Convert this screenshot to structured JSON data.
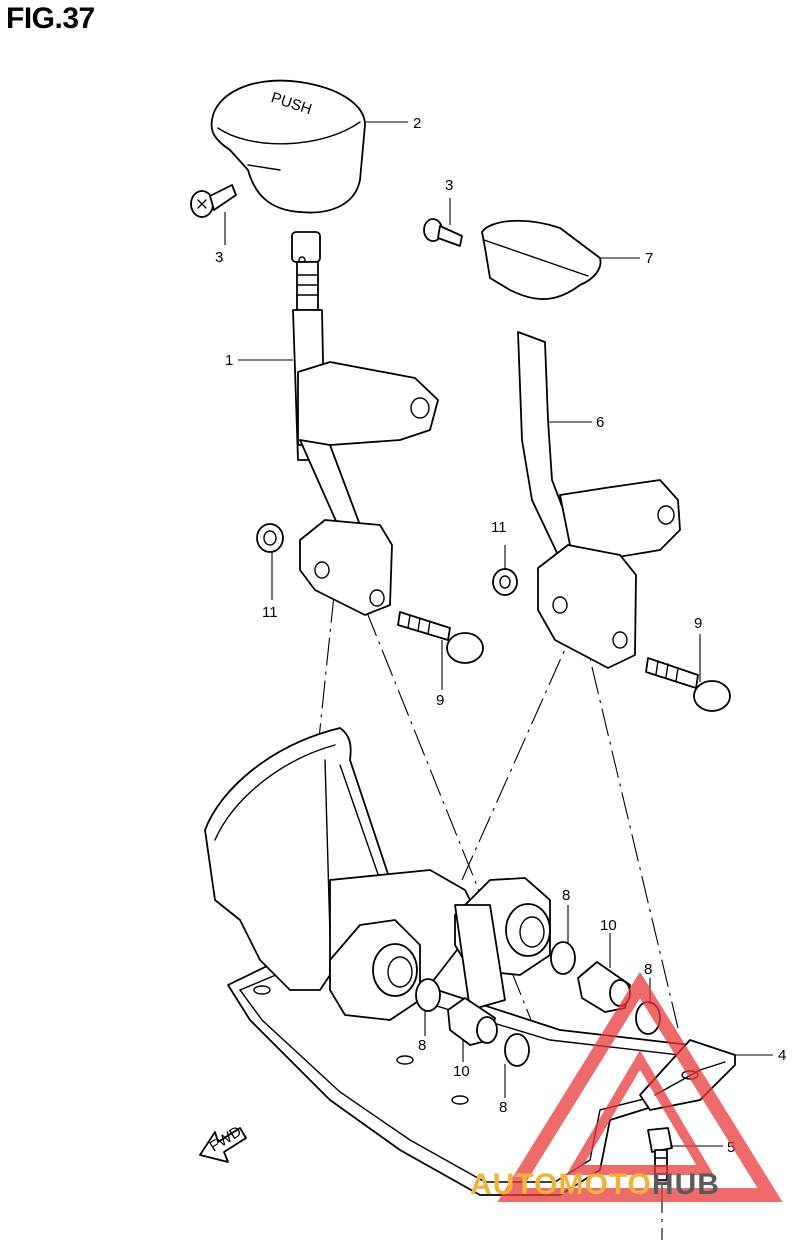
{
  "figure": {
    "title": "FIG.37"
  },
  "parts": [
    {
      "id": "1",
      "label": "1"
    },
    {
      "id": "2",
      "label": "2"
    },
    {
      "id": "3a",
      "label": "3"
    },
    {
      "id": "3b",
      "label": "3"
    },
    {
      "id": "4",
      "label": "4"
    },
    {
      "id": "5",
      "label": "5"
    },
    {
      "id": "6",
      "label": "6"
    },
    {
      "id": "7",
      "label": "7"
    },
    {
      "id": "8a",
      "label": "8"
    },
    {
      "id": "8b",
      "label": "8"
    },
    {
      "id": "8c",
      "label": "8"
    },
    {
      "id": "8d",
      "label": "8"
    },
    {
      "id": "9a",
      "label": "9"
    },
    {
      "id": "9b",
      "label": "9"
    },
    {
      "id": "10a",
      "label": "10"
    },
    {
      "id": "10b",
      "label": "10"
    },
    {
      "id": "11a",
      "label": "11"
    },
    {
      "id": "11b",
      "label": "11"
    }
  ],
  "knob_text": "PUSH",
  "fwd_label": "FWD",
  "watermark": {
    "brand": "AUTOMOTO",
    "suffix": "HUB",
    "color_accent": "#e83a3a",
    "color_text": "#f2b23a"
  }
}
